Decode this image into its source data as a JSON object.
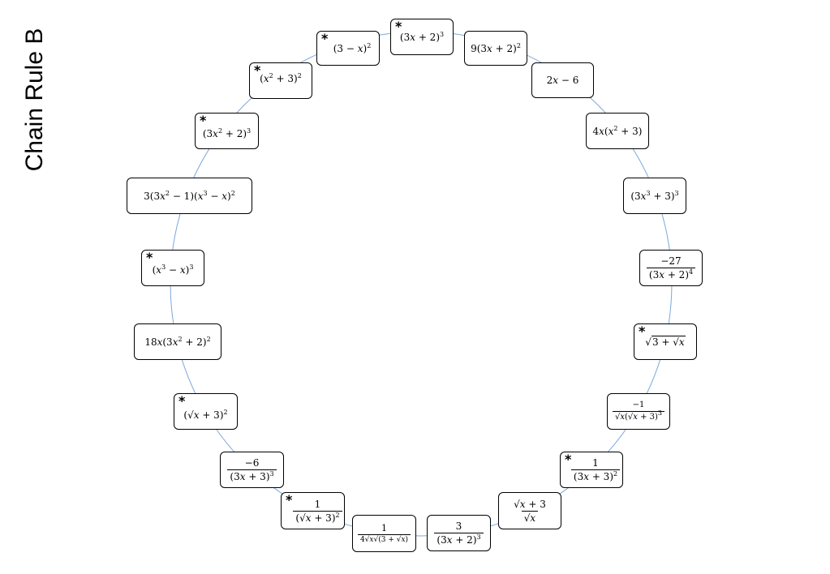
{
  "title": "Chain Rule B",
  "colors": {
    "connector": "#7ba7dc",
    "border": "#000000"
  },
  "cards": [
    {
      "id": "c1",
      "star": true,
      "text": "(3x + 2)³"
    },
    {
      "id": "c2",
      "star": false,
      "text": "9(3x + 2)²"
    },
    {
      "id": "c3",
      "star": false,
      "text": "2x − 6"
    },
    {
      "id": "c4",
      "star": false,
      "text": "4x(x² + 3)"
    },
    {
      "id": "c5",
      "star": false,
      "text": "(3x³ + 3)³"
    },
    {
      "id": "c6",
      "star": false,
      "text": "−27 / (3x + 2)⁴"
    },
    {
      "id": "c7",
      "star": true,
      "text": "√(3 + √x)"
    },
    {
      "id": "c8",
      "star": false,
      "text": "−1 / (√x(√x + 3)³)"
    },
    {
      "id": "c9",
      "star": true,
      "text": "1 / (3x + 3)²"
    },
    {
      "id": "c10",
      "star": false,
      "text": "(√x + 3) / √x"
    },
    {
      "id": "c11",
      "star": false,
      "text": "3 / (3x + 2)³"
    },
    {
      "id": "c12",
      "star": false,
      "text": "1 / (4√x√(3 + √x))"
    },
    {
      "id": "c13",
      "star": true,
      "text": "1 / (√x + 3)²"
    },
    {
      "id": "c14",
      "star": false,
      "text": "−6 / (3x + 3)³"
    },
    {
      "id": "c15",
      "star": true,
      "text": "(√x + 3)²"
    },
    {
      "id": "c16",
      "star": false,
      "text": "18x(3x² + 2)²"
    },
    {
      "id": "c17",
      "star": true,
      "text": "(x³ − x)³"
    },
    {
      "id": "c18",
      "star": false,
      "text": "3(3x² − 1)(x³ − x)²"
    },
    {
      "id": "c19",
      "star": true,
      "text": "(3x² + 2)³"
    },
    {
      "id": "c20",
      "star": true,
      "text": "(x² + 3)²"
    },
    {
      "id": "c21",
      "star": true,
      "text": "(3 − x)²"
    }
  ]
}
